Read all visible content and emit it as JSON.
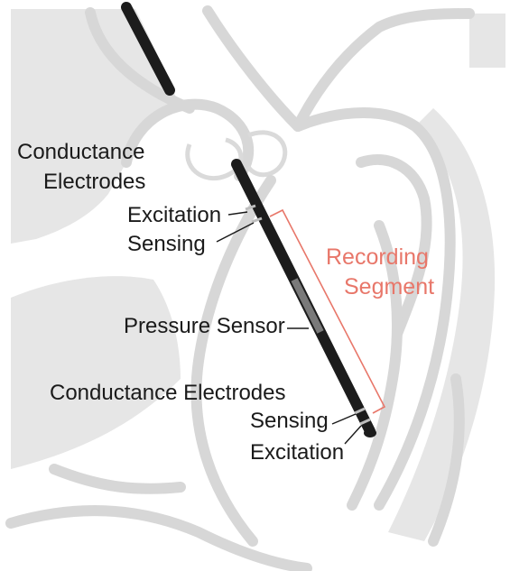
{
  "labels": {
    "conductance_electrodes_top_line1": "Conductance",
    "conductance_electrodes_top_line2": "Electrodes",
    "excitation_top": "Excitation",
    "sensing_top": "Sensing",
    "recording_segment_line1": "Recording",
    "recording_segment_line2": "Segment",
    "pressure_sensor": "Pressure Sensor",
    "conductance_electrodes_bottom": "Conductance Electrodes",
    "sensing_bottom": "Sensing",
    "excitation_bottom": "Excitation"
  },
  "colors": {
    "recording_segment": "#e8776a",
    "catheter": "#1c1c1c",
    "heart_outline": "#d7d7d7",
    "heart_fill": "#e6e6e6"
  }
}
